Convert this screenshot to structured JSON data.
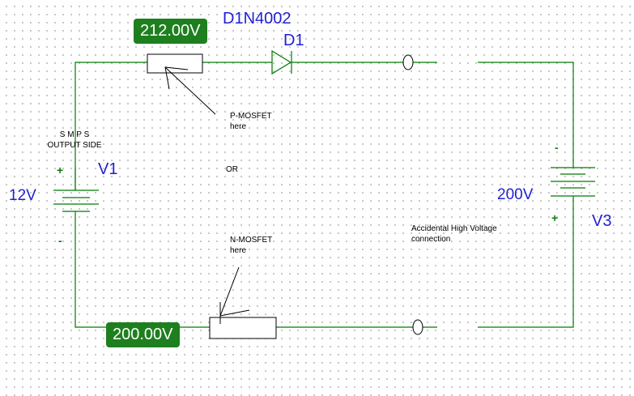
{
  "colors": {
    "wire": "#007a00",
    "component": "#000000",
    "label": "#1f1fd6",
    "probe_bg": "#1e7f1e",
    "probe_text": "#ffffff",
    "polarity": "#157a15"
  },
  "probes": {
    "top": "212.00V",
    "bottom": "200.00V"
  },
  "diode": {
    "model": "D1N4002",
    "ref": "D1"
  },
  "source_v1": {
    "ref": "V1",
    "value": "12V",
    "plus": "+",
    "minus": "-",
    "note_line1": "S M P S",
    "note_line2": "OUTPUT SIDE"
  },
  "source_v3": {
    "ref": "V3",
    "value": "200V",
    "plus": "+",
    "minus": "-"
  },
  "notes": {
    "p_mosfet_line1": "P-MOSFET",
    "p_mosfet_line2": "here",
    "or": "OR",
    "n_mosfet_line1": "N-MOSFET",
    "n_mosfet_line2": "here",
    "accidental_line1": "Accidental High Voltage",
    "accidental_line2": "connection"
  }
}
